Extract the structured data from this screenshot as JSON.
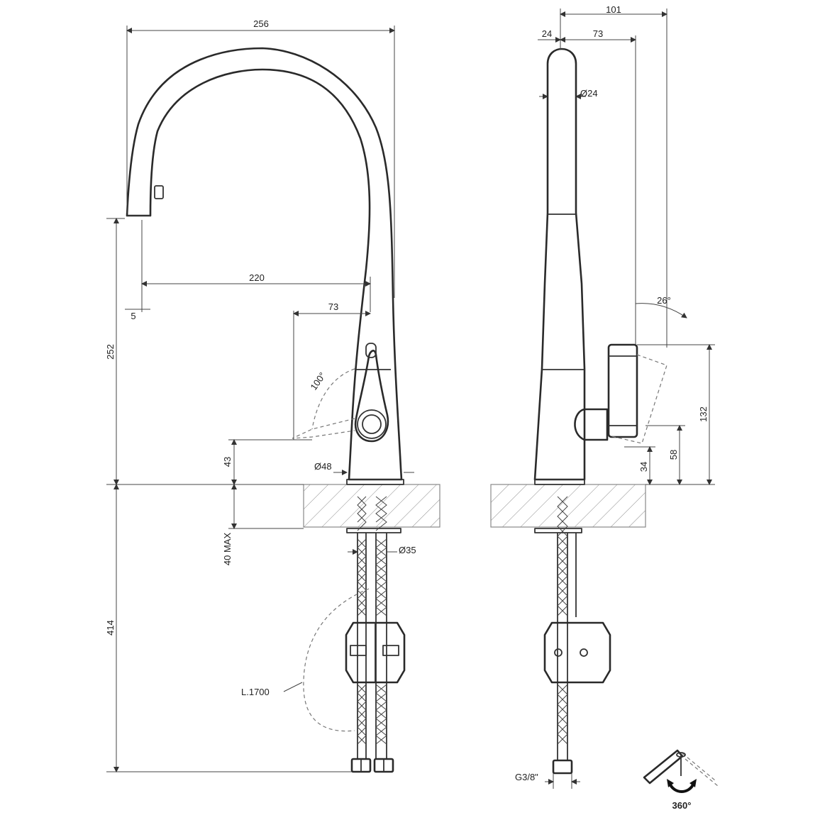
{
  "dimensions": {
    "overall_width": "256",
    "spout_reach": "220",
    "handle_offset": "73",
    "outlet_gap": "5",
    "handle_angle": "100°",
    "spout_height": "252",
    "handle_height": "43",
    "base_diameter": "Ø48",
    "deck_thickness": "40 MAX",
    "below_length": "414",
    "hole_diameter": "Ø35",
    "hose_length": "L.1700",
    "side_total": "101",
    "side_left": "24",
    "side_right": "73",
    "body_diameter": "Ø24",
    "lever_angle": "26°",
    "lever_h132": "132",
    "lever_h58": "58",
    "lever_h34": "34",
    "thread": "G3/8\""
  },
  "rotation_label": "360°"
}
